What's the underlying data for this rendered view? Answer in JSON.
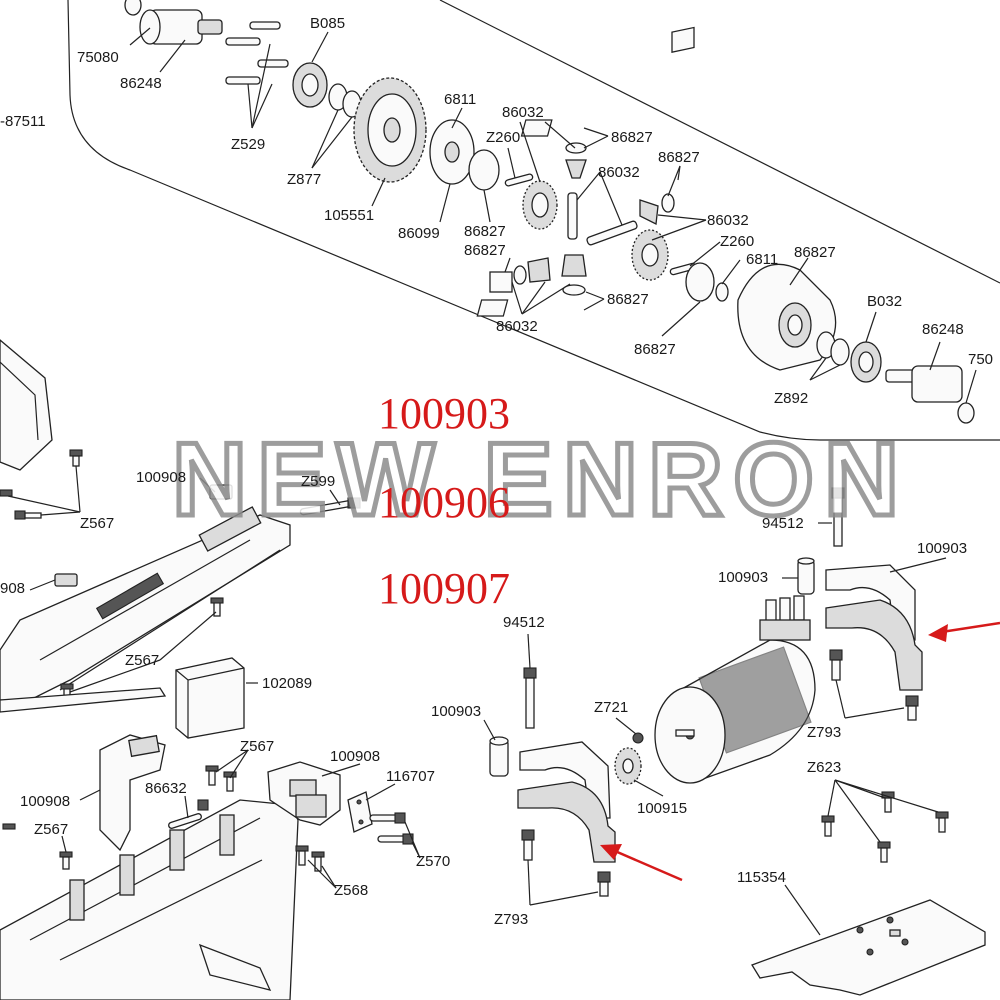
{
  "watermark": "NEW ENRON",
  "highlight_codes": [
    "100903",
    "100906",
    "100907"
  ],
  "highlight_color": "#d61a1a",
  "labels": {
    "l75080": "75080",
    "l86248a": "86248",
    "lB085": "B085",
    "lZ529": "Z529",
    "l87511": "-87511",
    "lZ877": "Z877",
    "l105551": "105551",
    "l6811a": "6811",
    "l86099": "86099",
    "l86032a": "86032",
    "lZ260a": "Z260",
    "l86827a": "86827",
    "l86827b": "86827",
    "l86032b": "86032",
    "l86827c": "86827",
    "l86032c": "86032",
    "l86827d": "86827",
    "lZ260b": "Z260",
    "l86827e": "86827",
    "l6811b": "6811",
    "l86827f": "86827",
    "l86032d": "86032",
    "l86827g": "86827",
    "lB032": "B032",
    "l86248b": "86248",
    "l750": "750",
    "lZ892": "Z892",
    "l100908a": "100908",
    "lZ599": "Z599",
    "lZ567a": "Z567",
    "l908": "908",
    "lZ567b": "Z567",
    "l102089": "102089",
    "lZ567c": "Z567",
    "l100908b": "100908",
    "l86632": "86632",
    "l100908c": "100908",
    "l116707": "116707",
    "lZ567d": "Z567",
    "lZ570": "Z570",
    "lZ568": "Z568",
    "l94512a": "94512",
    "l100903a": "100903",
    "l100903b": "100903",
    "l94512b": "94512",
    "l100903c": "100903",
    "lZ721": "Z721",
    "l100915": "100915",
    "lZ793a": "Z793",
    "lZ793b": "Z793",
    "lZ623": "Z623",
    "l115354": "115354"
  }
}
